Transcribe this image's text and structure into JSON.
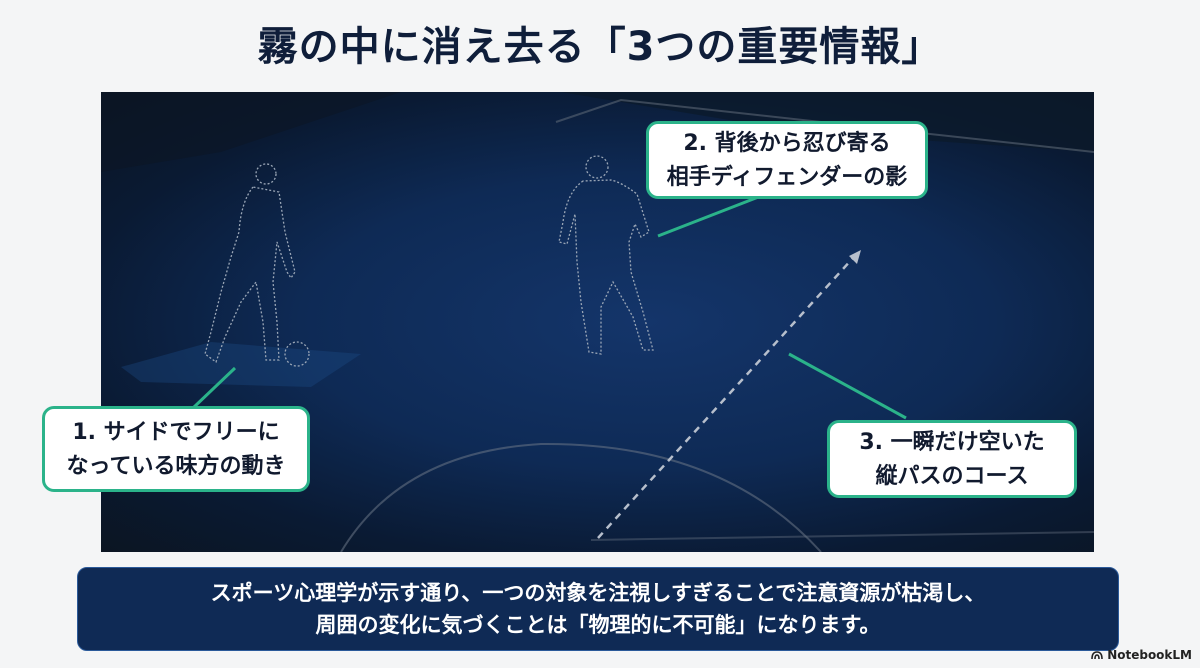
{
  "title": "霧の中に消え去る「3つの重要情報」",
  "callouts": {
    "one": {
      "line1": "1. サイドでフリーに",
      "line2": "なっている味方の動き"
    },
    "two": {
      "line1": "2. 背後から忍び寄る",
      "line2": "相手ディフェンダーの影"
    },
    "three": {
      "line1": "3. 一瞬だけ空いた",
      "line2": "縦パスのコース"
    }
  },
  "caption": {
    "line1": "スポーツ心理学が示す通り、一つの対象を注視しすぎることで注意資源が枯渇し、",
    "line2": "周囲の変化に気づくことは「物理的に不可能」になります。"
  },
  "brand": {
    "label": "NotebookLM",
    "icon": "notebooklm-logo-icon"
  },
  "colors": {
    "accent": "#2bb38a",
    "title": "#0f1e3a",
    "field": "#0e2a55",
    "caption_bg": "#0f2a55"
  }
}
